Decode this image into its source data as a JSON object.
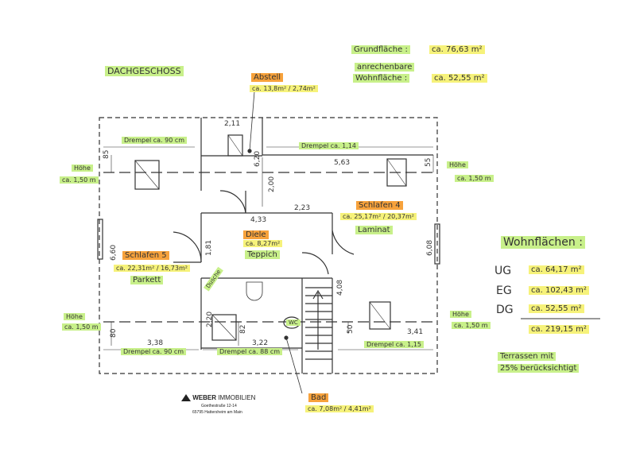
{
  "floor_title": "DACHGESCHOSS",
  "summary": {
    "grundflaeche_label": "Grundfläche :",
    "grundflaeche_value": "ca. 76,63 m²",
    "wohnflaeche_label_1": "anrechenbare",
    "wohnflaeche_label_2": "Wohnfläche :",
    "wohnflaeche_value": "ca. 52,55 m²"
  },
  "rooms": {
    "abstell_name": "Abstell",
    "abstell_area": "ca. 13,8m² / 2,74m²",
    "schlafen4_name": "Schlafen 4",
    "schlafen4_area": "ca. 25,17m² / 20,37m²",
    "schlafen4_floor": "Laminat",
    "diele_name": "Diele",
    "diele_area": "ca. 8,27m²",
    "diele_floor": "Teppich",
    "schlafen5_name": "Schlafen 5",
    "schlafen5_area": "ca. 22,31m² / 16,73m²",
    "schlafen5_floor": "Parkett",
    "bad_name": "Bad",
    "bad_area": "ca. 7,08m² / 4,41m²",
    "dusche": "Dusche",
    "wc": "WC"
  },
  "annotations": {
    "drempel_top_left": "Drempel ca. 90 cm",
    "drempel_top_right": "Drempel ca. 1,14",
    "drempel_bottom_left": "Drempel ca. 90 cm",
    "drempel_bottom_mid": "Drempel ca. 88 cm",
    "drempel_bottom_right": "Drempel ca. 1,15",
    "hoehe_left_top_1": "Höhe",
    "hoehe_left_top_2": "ca. 1,50 m",
    "hoehe_right_top_1": "Höhe",
    "hoehe_right_top_2": "ca. 1,50 m",
    "hoehe_left_bottom_1": "Höhe",
    "hoehe_left_bottom_2": "ca. 1,50 m",
    "hoehe_right_bottom_1": "Höhe",
    "hoehe_right_bottom_2": "ca. 1,50 m"
  },
  "dimensions": {
    "d_2_11": "2,11",
    "d_85": "85",
    "d_6_20": "6,20",
    "d_5_63": "5,63",
    "d_55": "55",
    "d_2_00": "2,00",
    "d_2_23": "2,23",
    "d_4_33": "4,33",
    "d_6_60": "6,60",
    "d_1_81": "1,81",
    "d_6_08": "6,08",
    "d_4_08": "4,08",
    "d_2_20": "2,20",
    "d_80": "80",
    "d_82": "82",
    "d_50": "50",
    "d_3_38": "3,38",
    "d_3_22": "3,22",
    "d_3_41": "3,41"
  },
  "wohnflaechen": {
    "title": "Wohnflächen :",
    "rows": [
      {
        "label": "UG",
        "value": "ca. 64,17 m²"
      },
      {
        "label": "EG",
        "value": "ca. 102,43 m²"
      },
      {
        "label": "DG",
        "value": "ca. 52,55 m²"
      }
    ],
    "total": "ca. 219,15 m²",
    "note_1": "Terrassen mit",
    "note_2": "25% berücksichtigt"
  },
  "company": {
    "name_bold": "WEBER",
    "name_rest": " IMMOBILIEN",
    "street": "Goethestraße 12-14",
    "city": "65795 Hattersheim am Main"
  }
}
